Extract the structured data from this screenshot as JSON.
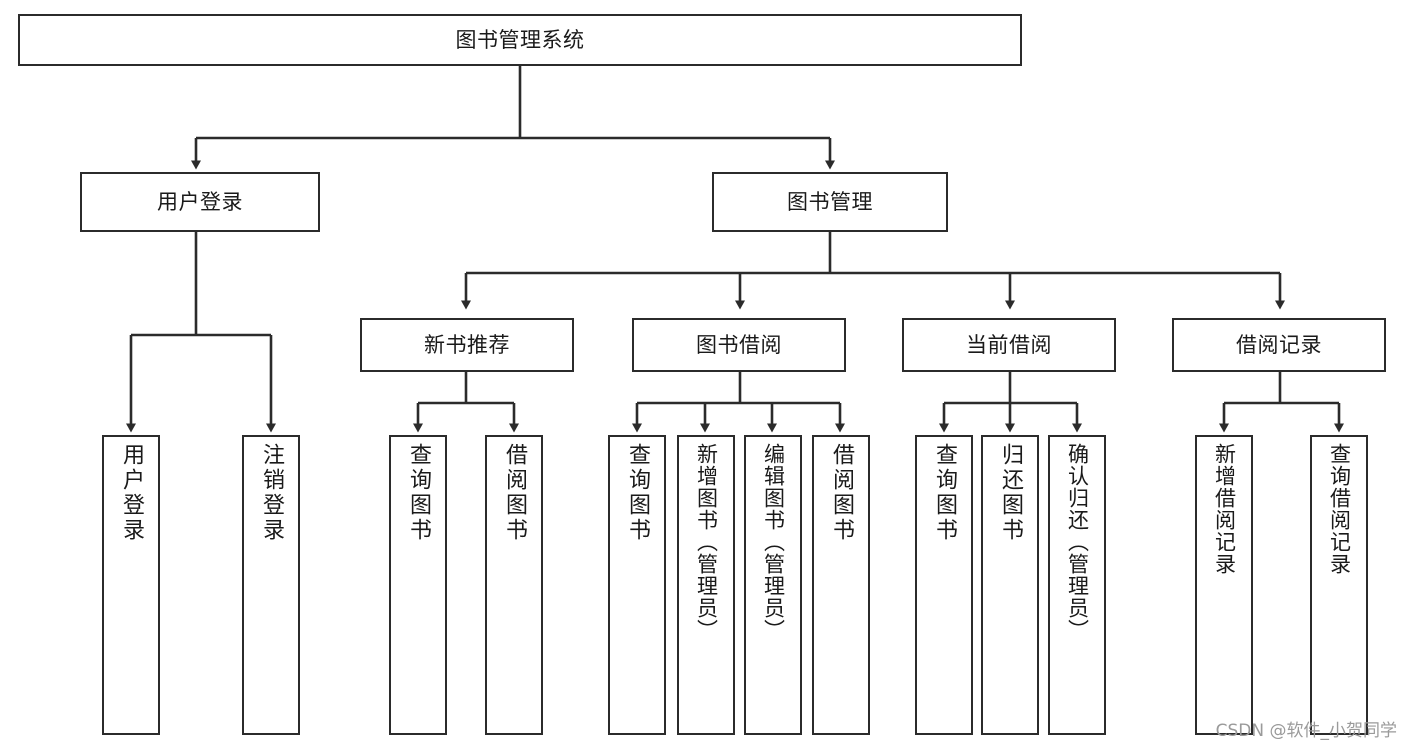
{
  "diagram": {
    "type": "tree-flowchart",
    "title": "图书管理系统",
    "orientation": "top-down",
    "colors": {
      "node_border": "#2b2b2b",
      "node_fill": "#ffffff",
      "edge": "#2b2b2b",
      "text": "#1a1a1a",
      "watermark": "#9a9a9a",
      "background": "#ffffff"
    },
    "root": {
      "id": "root",
      "label": "图书管理系统"
    },
    "level1": [
      {
        "id": "l1-user-login",
        "label": "用户登录"
      },
      {
        "id": "l1-book-manage",
        "label": "图书管理"
      }
    ],
    "level2": [
      {
        "id": "l2-new-book-rec",
        "label": "新书推荐",
        "parent": "l1-book-manage"
      },
      {
        "id": "l2-book-borrow",
        "label": "图书借阅",
        "parent": "l1-book-manage"
      },
      {
        "id": "l2-current-borrow",
        "label": "当前借阅",
        "parent": "l1-book-manage"
      },
      {
        "id": "l2-borrow-record",
        "label": "借阅记录",
        "parent": "l1-book-manage"
      }
    ],
    "leaves": [
      {
        "id": "leaf-user-login",
        "label": "用户登录",
        "parent": "l1-user-login"
      },
      {
        "id": "leaf-logout-login",
        "label": "注销登录",
        "parent": "l1-user-login"
      },
      {
        "id": "leaf-query-book-1",
        "label": "查询图书",
        "parent": "l2-new-book-rec"
      },
      {
        "id": "leaf-borrow-book-1",
        "label": "借阅图书",
        "parent": "l2-new-book-rec"
      },
      {
        "id": "leaf-query-book-2",
        "label": "查询图书",
        "parent": "l2-book-borrow"
      },
      {
        "id": "leaf-add-book-admin",
        "label": "新增图书（管理员）",
        "parent": "l2-book-borrow"
      },
      {
        "id": "leaf-edit-book-admin",
        "label": "编辑图书（管理员）",
        "parent": "l2-book-borrow"
      },
      {
        "id": "leaf-borrow-book-2",
        "label": "借阅图书",
        "parent": "l2-book-borrow"
      },
      {
        "id": "leaf-query-book-3",
        "label": "查询图书",
        "parent": "l2-current-borrow"
      },
      {
        "id": "leaf-return-book",
        "label": "归还图书",
        "parent": "l2-current-borrow"
      },
      {
        "id": "leaf-confirm-return-admin",
        "label": "确认归还（管理员）",
        "parent": "l2-current-borrow"
      },
      {
        "id": "leaf-add-borrow-record",
        "label": "新增借阅记录",
        "parent": "l2-borrow-record"
      },
      {
        "id": "leaf-query-borrow-record",
        "label": "查询借阅记录",
        "parent": "l2-borrow-record"
      }
    ]
  },
  "watermark": {
    "text": "CSDN @软件_小贺同学"
  }
}
